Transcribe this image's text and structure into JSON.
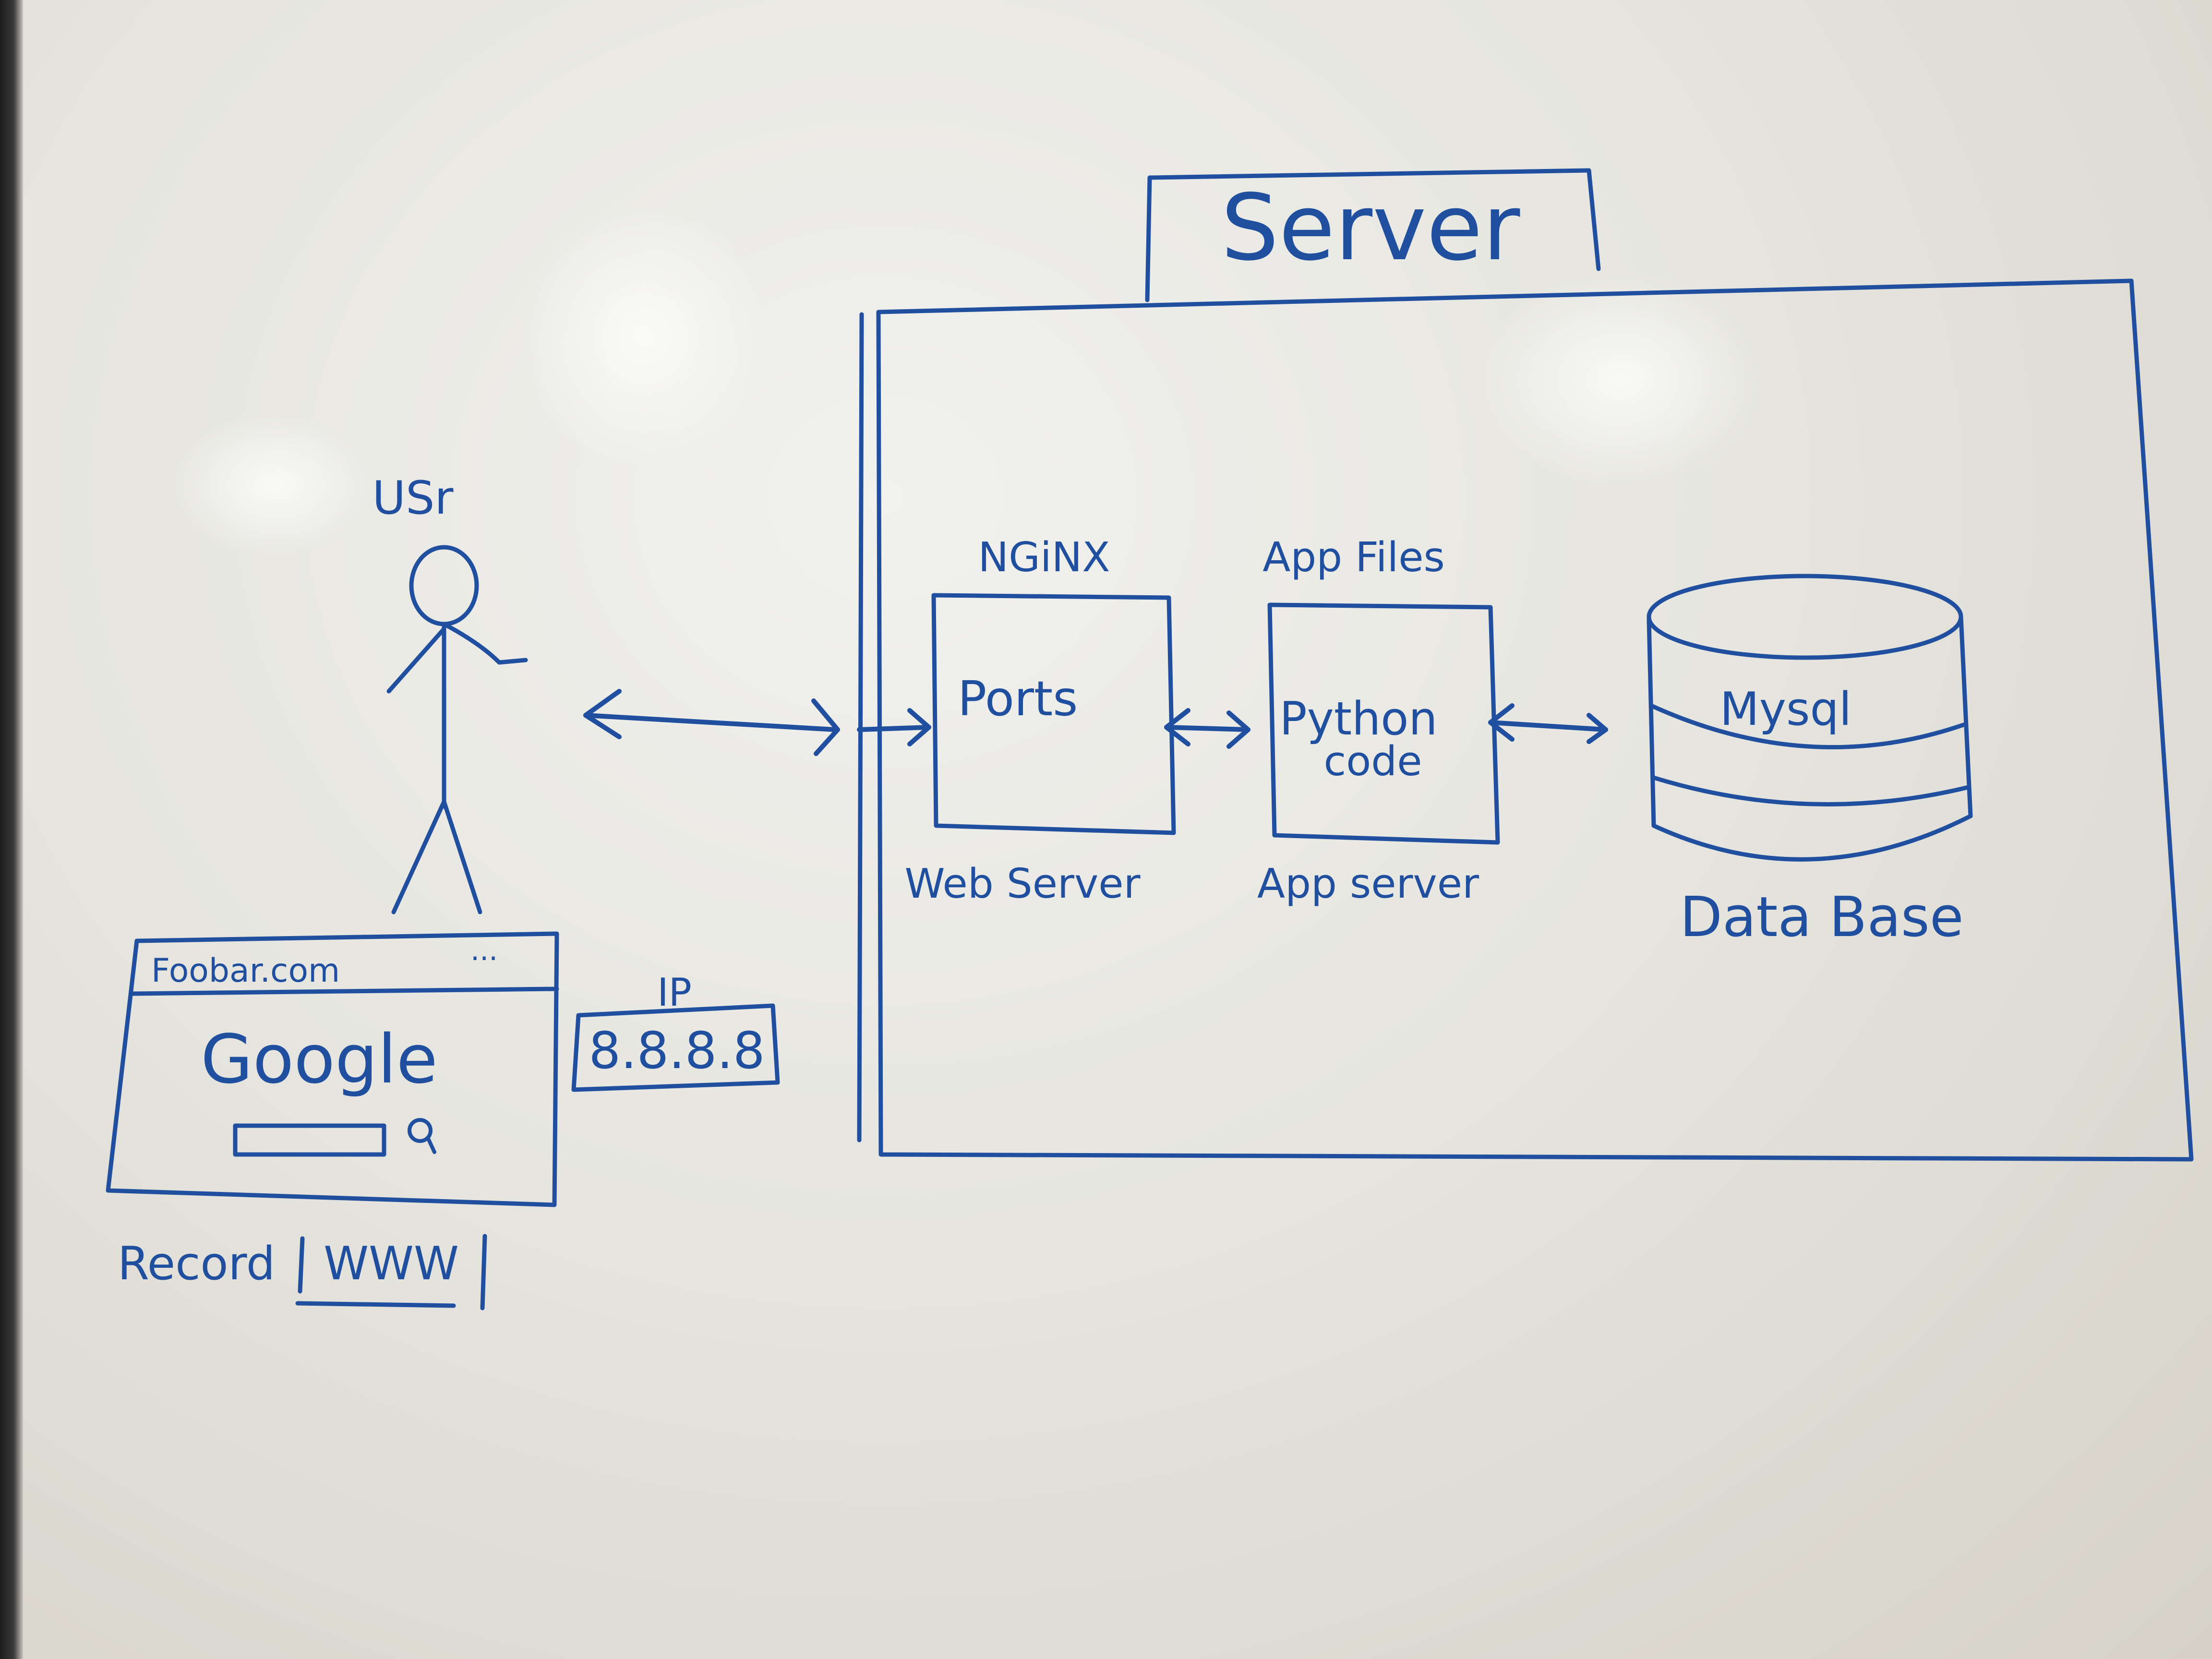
{
  "server": {
    "title": "Server"
  },
  "user": {
    "label": "USr"
  },
  "browser": {
    "url": "Foobar.com",
    "menu": "...",
    "search_brand": "Google"
  },
  "ip": {
    "label": "IP",
    "address": "8.8.8.8"
  },
  "dns_record": {
    "label": "Record",
    "value": "WWW"
  },
  "web_server": {
    "title": "NGiNX",
    "content": "Ports",
    "caption": "Web Server"
  },
  "app_server": {
    "title": "App Files",
    "content_line1": "Python",
    "content_line2": "code",
    "caption": "App server"
  },
  "database": {
    "content": "Mysql",
    "caption": "Data Base"
  },
  "colors": {
    "ink": "#1f4f9e",
    "board": "#e6e5df"
  }
}
